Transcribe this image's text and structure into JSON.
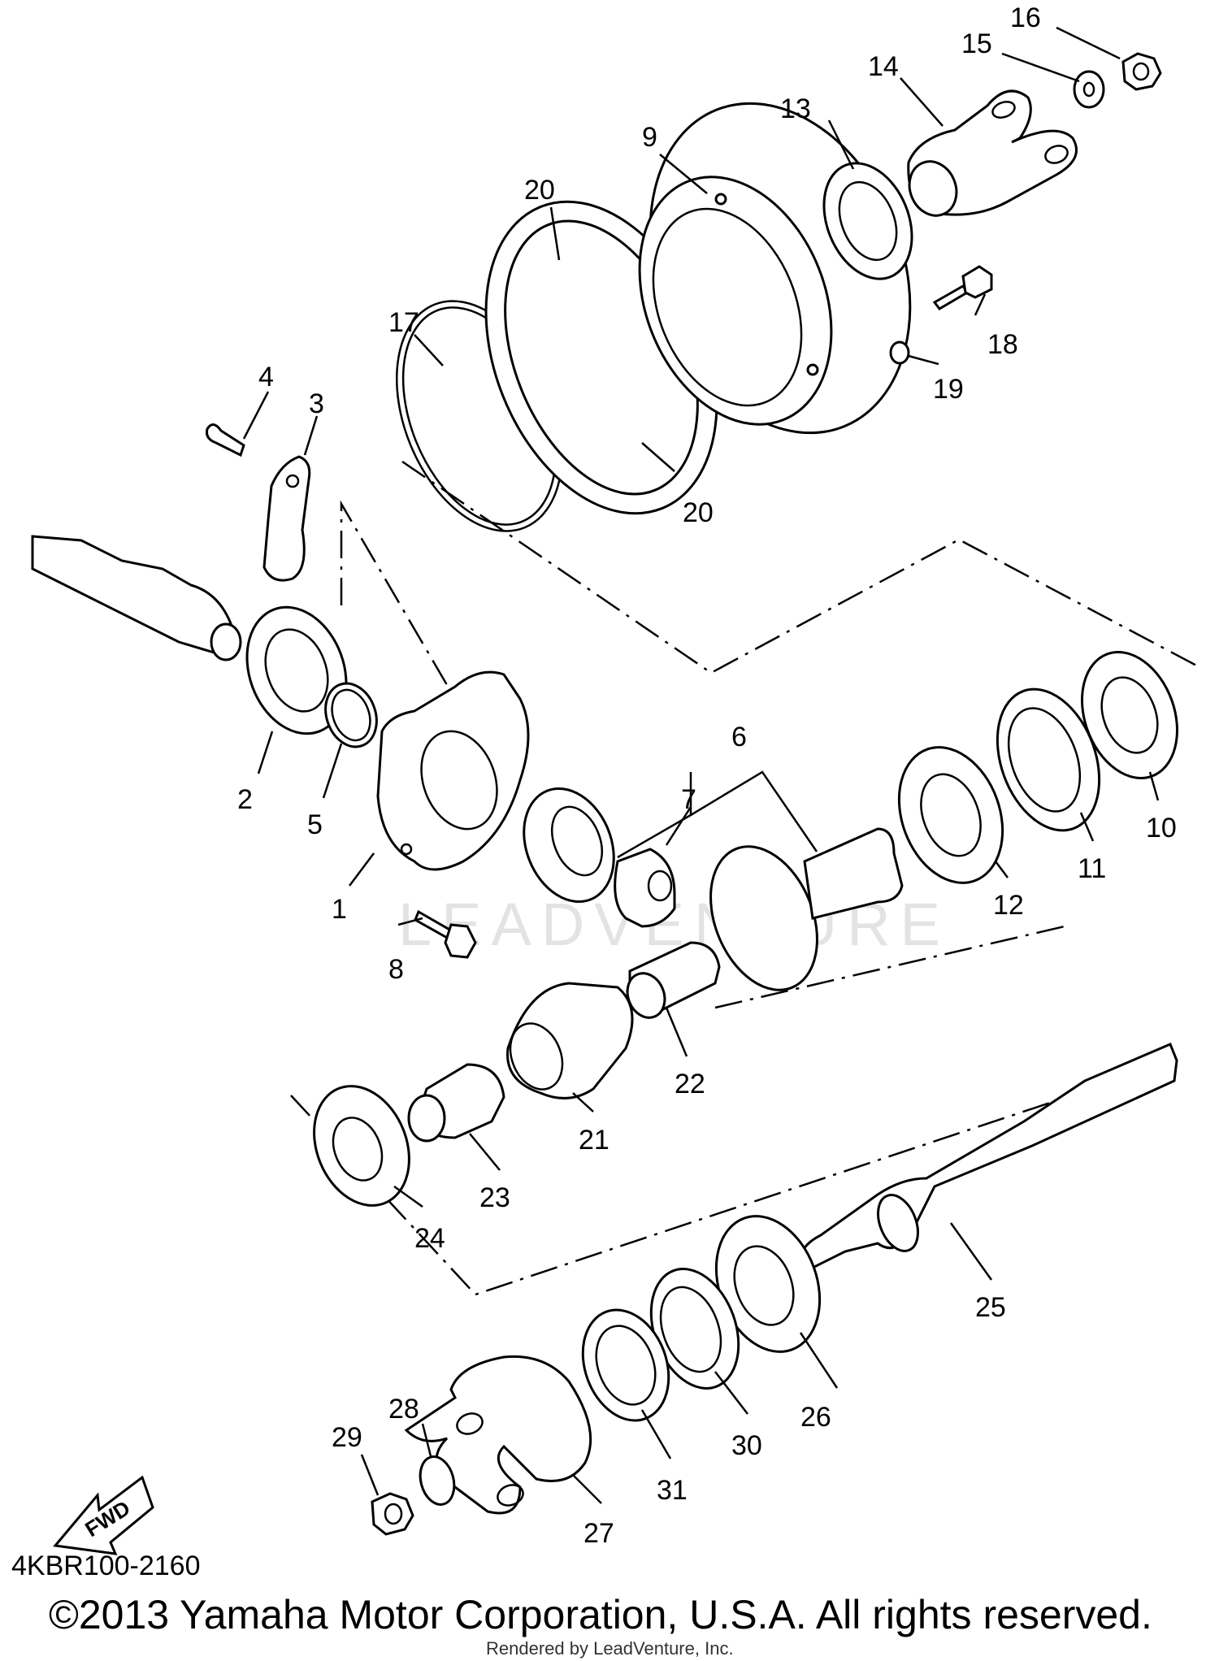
{
  "diagram": {
    "code": "4KBR100-2160",
    "copyright": "©2013 Yamaha Motor Corporation, U.S.A. All rights reserved.",
    "rendered_by": "Rendered by LeadVenture, Inc.",
    "watermark": "LEADVENTURE",
    "direction_label": "FWD",
    "callouts": [
      "1",
      "2",
      "3",
      "4",
      "5",
      "6",
      "7",
      "8",
      "9",
      "10",
      "11",
      "12",
      "13",
      "14",
      "15",
      "16",
      "17",
      "18",
      "19",
      "20",
      "20",
      "21",
      "22",
      "23",
      "24",
      "25",
      "26",
      "27",
      "28",
      "29",
      "30",
      "31"
    ]
  }
}
